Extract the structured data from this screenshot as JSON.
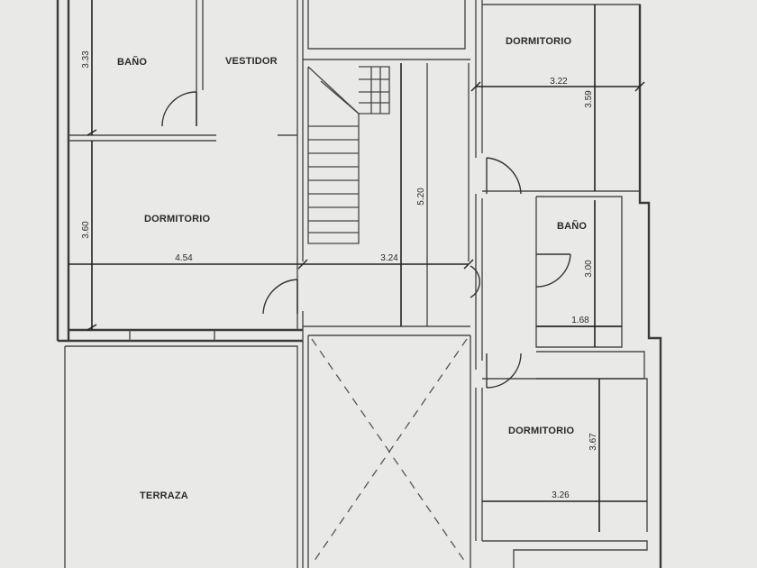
{
  "rooms": {
    "bano_1": "BAÑO",
    "vestidor": "VESTIDOR",
    "dormitorio_1": "DORMITORIO",
    "dormitorio_2": "DORMITORIO",
    "bano_2": "BAÑO",
    "dormitorio_3": "DORMITORIO",
    "terraza": "TERRAZA"
  },
  "dimensions": {
    "bano_1_height": "3.33",
    "dormitorio_1_height": "3.60",
    "dormitorio_1_width": "4.54",
    "hall_width": "3.24",
    "hall_height": "5.20",
    "dormitorio_2_width": "3.22",
    "dormitorio_2_height": "3.59",
    "bano_2_height": "3.00",
    "bano_2_width": "1.68",
    "dormitorio_3_height": "3.67",
    "dormitorio_3_width": "3.26"
  }
}
